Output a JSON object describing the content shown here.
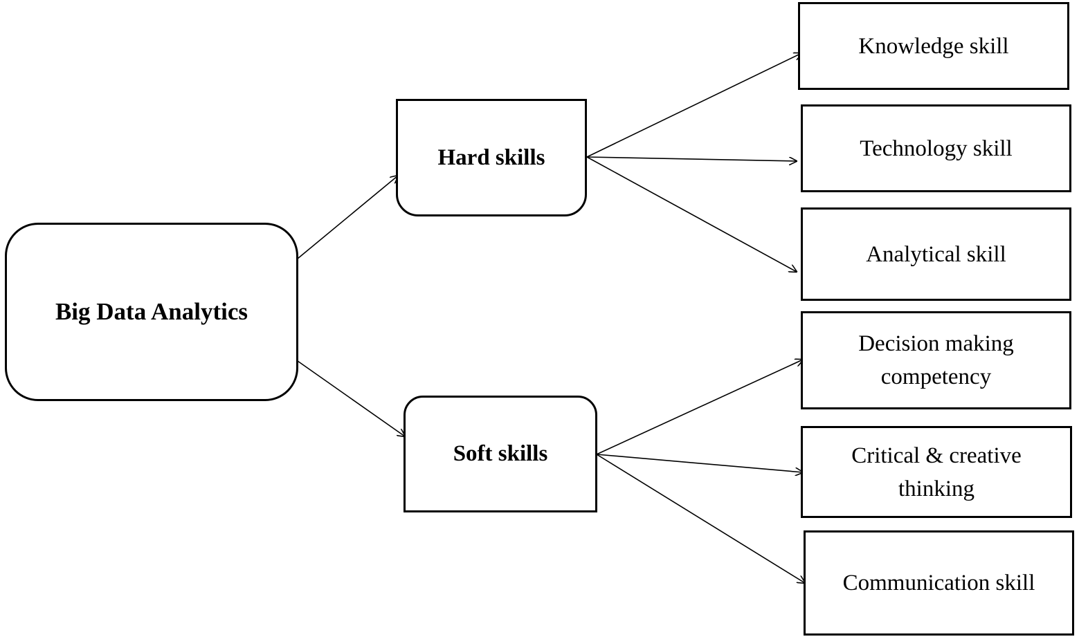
{
  "root": {
    "label": "Big Data Analytics"
  },
  "hard": {
    "label": "Hard skills"
  },
  "soft": {
    "label": "Soft skills"
  },
  "leaves": [
    {
      "line1": "Knowledge skill",
      "line2": ""
    },
    {
      "line1": "Technology skill",
      "line2": ""
    },
    {
      "line1": "Analytical skill",
      "line2": ""
    },
    {
      "line1": "Decision making",
      "line2": "competency"
    },
    {
      "line1": "Critical & creative",
      "line2": "thinking"
    },
    {
      "line1": "Communication skill",
      "line2": ""
    }
  ],
  "colors": {
    "stroke": "#000000",
    "background": "#ffffff"
  }
}
